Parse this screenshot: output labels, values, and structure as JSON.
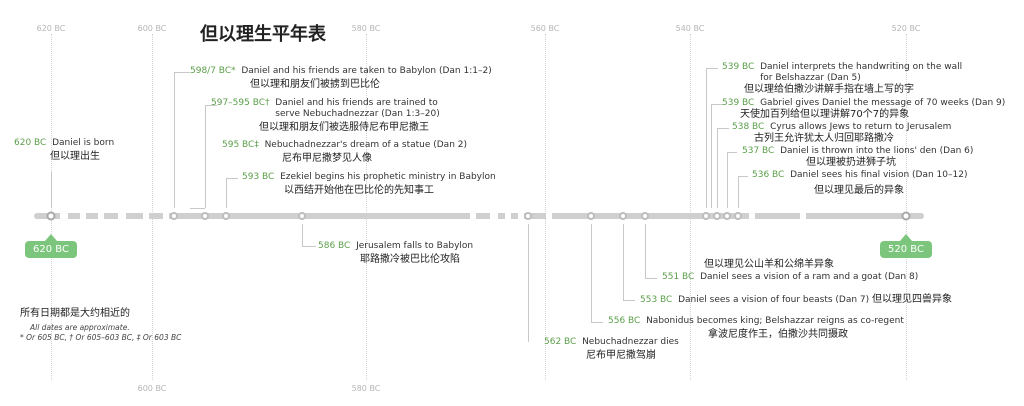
{
  "title": "但以理生平年表",
  "ticks_top": [
    "620 BC",
    "600 BC",
    "580 BC",
    "560 BC",
    "540 BC",
    "520 BC"
  ],
  "ticks_bottom": [
    "600 BC",
    "580 BC"
  ],
  "axis": {
    "start": 620,
    "end": 520
  },
  "colors": {
    "date": "#5b9e4a",
    "badge": "#7cc57c",
    "axis": "#cfcfcf"
  },
  "start_badge": "620 BC",
  "end_badge": "520 BC",
  "events": [
    {
      "date": "620 BC",
      "text": "Daniel is born",
      "zh": "但以理出生",
      "year": 620
    },
    {
      "date": "598/7 BC*",
      "text": "Daniel and his friends are taken to Babylon (Dan 1:1–2)",
      "zh": "但以理和朋友们被掳到巴比伦",
      "year": 597.5
    },
    {
      "date": "597–595 BC†",
      "text": "Daniel and his friends are trained to\nserve Nebuchadnezzar (Dan 1:3–20)",
      "zh": "但以理和朋友们被选服侍尼布甲尼撒王",
      "year": 594
    },
    {
      "date": "595 BC‡",
      "text": "Nebuchadnezzar's dream of a statue (Dan 2)",
      "zh": "尼布甲尼撒梦见人像",
      "year": 592
    },
    {
      "date": "593 BC",
      "text": "Ezekiel begins his prophetic ministry in Babylon",
      "zh": "以西结开始他在巴比伦的先知事工",
      "year": 593
    },
    {
      "date": "586 BC",
      "text": "Jerusalem falls to Babylon",
      "zh": "耶路撒冷被巴比伦攻陷",
      "year": 586
    },
    {
      "date": "562 BC",
      "text": "Nebuchadnezzar dies",
      "zh": "尼布甲尼撒驾崩",
      "year": 562
    },
    {
      "date": "556 BC",
      "text": "Nabonidus becomes king; Belshazzar reigns as co-regent",
      "zh": "拿波尼度作王，伯撒沙共同摄政",
      "year": 556
    },
    {
      "date": "553 BC",
      "text": "Daniel sees a vision of four beasts (Dan 7)",
      "zh": "但以理见四兽异象",
      "year": 553
    },
    {
      "date": "551 BC",
      "text": "Daniel sees a vision of a ram and a goat (Dan 8)",
      "zh": "但以理见公山羊和公绵羊异象",
      "year": 551
    },
    {
      "date": "539 BC",
      "text": "Daniel interprets the handwriting on the wall\nfor Belshazzar (Dan 5)",
      "zh": "但以理给伯撒沙讲解手指在墙上写的字",
      "year": 539
    },
    {
      "date": "539 BC",
      "text": "Gabriel gives Daniel the message of 70 weeks (Dan 9)",
      "zh": "天使加百列给但以理讲解70个7的异象",
      "year": 539
    },
    {
      "date": "538 BC",
      "text": "Cyrus allows Jews to return to Jerusalem",
      "zh": "古列王允许犹太人归回耶路撒冷",
      "year": 538
    },
    {
      "date": "537 BC",
      "text": "Daniel is thrown into the lions' den (Dan 6)",
      "zh": "但以理被扔进狮子坑",
      "year": 537
    },
    {
      "date": "536 BC",
      "text": "Daniel sees his final vision (Dan 10–12)",
      "zh": "但以理见最后的异象",
      "year": 536
    }
  ],
  "notes": {
    "zh": "所有日期都是大约相近的",
    "en1": "All dates are approximate.",
    "en2": "* Or 605 BC, † Or 605–603 BC, ‡ Or 603 BC"
  }
}
